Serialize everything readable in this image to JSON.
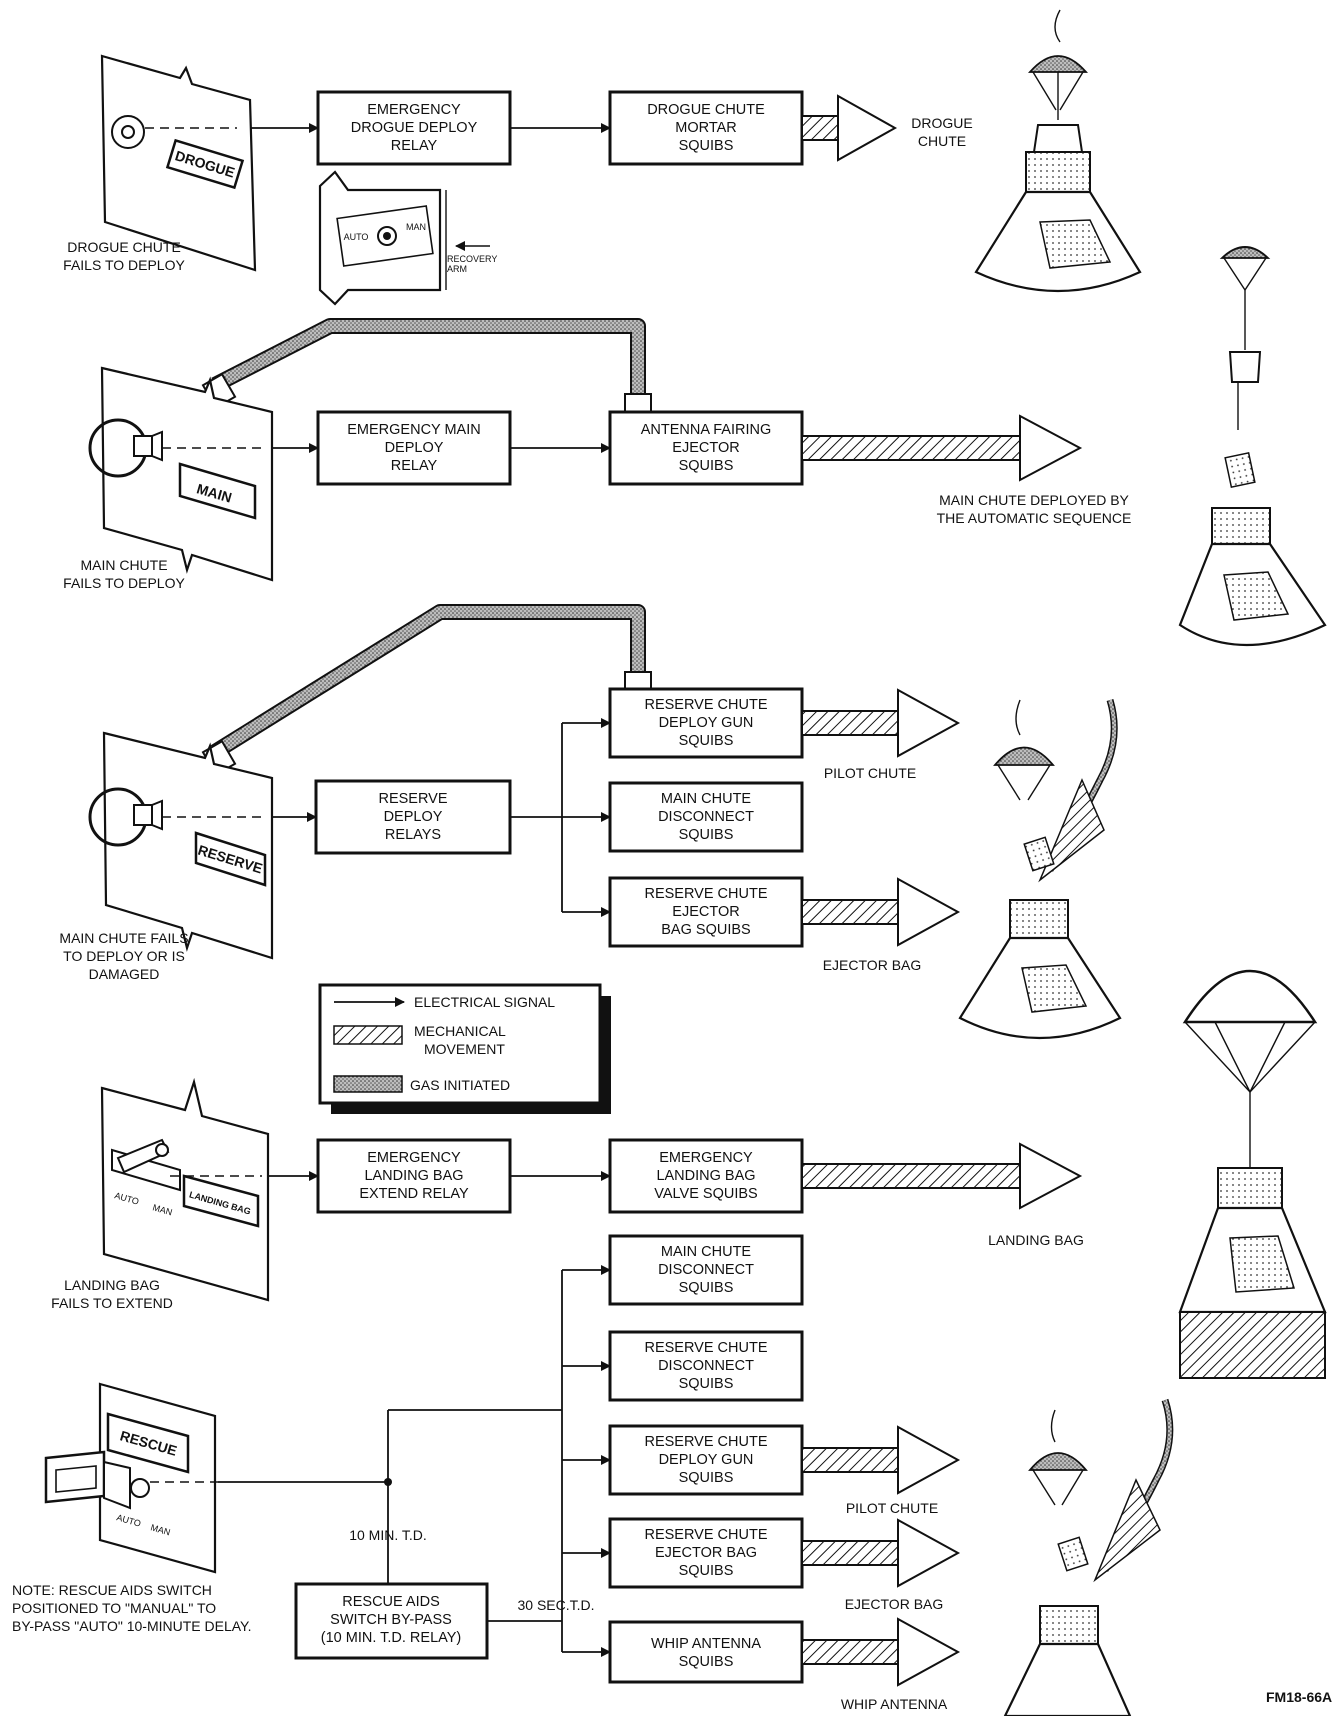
{
  "colors": {
    "ink": "#111111",
    "paper": "#ffffff"
  },
  "legend": {
    "electrical": "ELECTRICAL SIGNAL",
    "mechanical": [
      "MECHANICAL",
      "MOVEMENT"
    ],
    "gas": "GAS INITIATED"
  },
  "panels": {
    "drogue_label": "DROGUE",
    "main_label": "MAIN",
    "reserve_label": "RESERVE",
    "landing_bag_label": "LANDING BAG",
    "landing_auto": "AUTO",
    "landing_man": "MAN",
    "rescue_label": "RESCUE",
    "rescue_auto": "AUTO",
    "rescue_man": "MAN",
    "recovery_arm": {
      "auto": "AUTO",
      "man": "MAN",
      "arm": [
        "RECOVERY",
        "ARM"
      ]
    }
  },
  "conditions": {
    "drogue": [
      "DROGUE CHUTE",
      "FAILS TO DEPLOY"
    ],
    "main": [
      "MAIN CHUTE",
      "FAILS TO DEPLOY"
    ],
    "reserve": [
      "MAIN CHUTE FAILS",
      "TO DEPLOY OR IS",
      "DAMAGED"
    ],
    "landing": [
      "LANDING BAG",
      "FAILS TO EXTEND"
    ],
    "note": [
      "NOTE:  RESCUE AIDS SWITCH",
      "POSITIONED TO \"MANUAL\" TO",
      "BY-PASS \"AUTO\" 10-MINUTE DELAY."
    ]
  },
  "boxes": {
    "drogue_relay": [
      "EMERGENCY",
      "DROGUE DEPLOY",
      "RELAY"
    ],
    "drogue_squibs": [
      "DROGUE CHUTE",
      "MORTAR",
      "SQUIBS"
    ],
    "main_relay": [
      "EMERGENCY MAIN",
      "DEPLOY",
      "RELAY"
    ],
    "antenna_squibs": [
      "ANTENNA FAIRING",
      "EJECTOR",
      "SQUIBS"
    ],
    "reserve_relays": [
      "RESERVE",
      "DEPLOY",
      "RELAYS"
    ],
    "reserve_gun_1": [
      "RESERVE CHUTE",
      "DEPLOY GUN",
      "SQUIBS"
    ],
    "main_disconnect_1": [
      "MAIN CHUTE",
      "DISCONNECT",
      "SQUIBS"
    ],
    "reserve_ejector_1": [
      "RESERVE CHUTE",
      "EJECTOR",
      "BAG SQUIBS"
    ],
    "landing_relay": [
      "EMERGENCY",
      "LANDING BAG",
      "EXTEND RELAY"
    ],
    "landing_squibs": [
      "EMERGENCY",
      "LANDING BAG",
      "VALVE SQUIBS"
    ],
    "main_disconnect_2": [
      "MAIN CHUTE",
      "DISCONNECT",
      "SQUIBS"
    ],
    "reserve_disconnect": [
      "RESERVE CHUTE",
      "DISCONNECT",
      "SQUIBS"
    ],
    "reserve_gun_2": [
      "RESERVE CHUTE",
      "DEPLOY GUN",
      "SQUIBS"
    ],
    "reserve_ejector_2": [
      "RESERVE CHUTE",
      "EJECTOR BAG",
      "SQUIBS"
    ],
    "whip_squibs": [
      "WHIP ANTENNA",
      "SQUIBS"
    ],
    "rescue_bypass": [
      "RESCUE AIDS",
      "SWITCH BY-PASS",
      "(10 MIN. T.D. RELAY)"
    ]
  },
  "outputs": {
    "drogue_chute": [
      "DROGUE",
      "CHUTE"
    ],
    "main_auto": [
      "MAIN CHUTE DEPLOYED BY",
      "THE AUTOMATIC SEQUENCE"
    ],
    "pilot_chute_1": "PILOT CHUTE",
    "ejector_bag_1": "EJECTOR BAG",
    "landing_bag": "LANDING BAG",
    "pilot_chute_2": "PILOT CHUTE",
    "ejector_bag_2": "EJECTOR BAG",
    "whip_antenna": "WHIP ANTENNA"
  },
  "timing": {
    "ten_min": "10 MIN.  T.D.",
    "thirty_sec": "30 SEC.T.D."
  },
  "figure_id": "FM18-66A"
}
